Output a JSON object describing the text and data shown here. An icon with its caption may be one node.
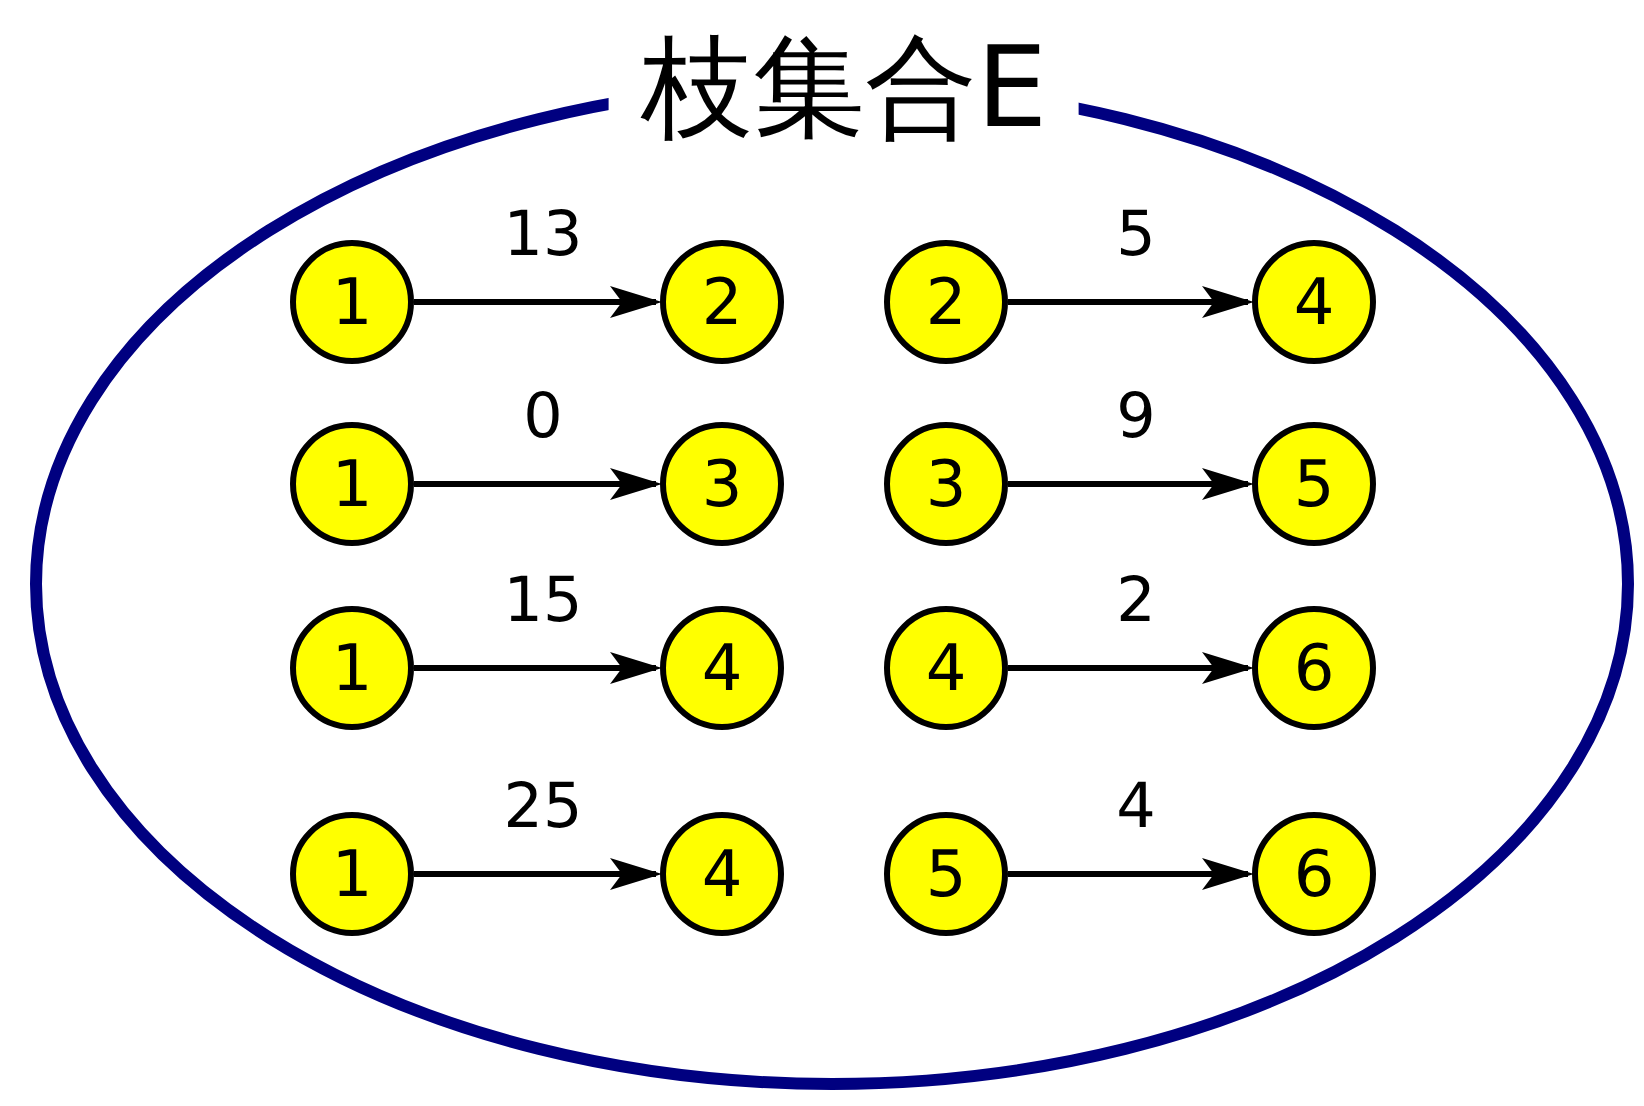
{
  "diagram": {
    "nodes": [
      {
        "text": [
          "枝集合E"
        ]
      },
      {
        "text": [
          "1"
        ],
        "in": 0
      },
      {
        "text": [
          "2"
        ],
        "in": 0
      },
      {
        "text": [
          "2"
        ],
        "in": 0
      },
      {
        "text": [
          "4"
        ],
        "in": 0
      },
      {
        "text": [
          "1"
        ],
        "in": 0
      },
      {
        "text": [
          "3"
        ],
        "in": 0
      },
      {
        "text": [
          "3"
        ],
        "in": 0
      },
      {
        "text": [
          "5"
        ],
        "in": 0
      },
      {
        "text": [
          "1"
        ],
        "in": 0
      },
      {
        "text": [
          "4"
        ],
        "in": 0
      },
      {
        "text": [
          "4"
        ],
        "in": 0
      },
      {
        "text": [
          "6"
        ],
        "in": 0
      },
      {
        "text": [
          "1"
        ],
        "in": 0
      },
      {
        "text": [
          "4"
        ],
        "in": 0
      },
      {
        "text": [
          "5"
        ],
        "in": 0
      },
      {
        "text": [
          "6"
        ],
        "in": 0
      }
    ],
    "edges": [
      {
        "from": 1,
        "to": 2,
        "arrow": "to",
        "label": "13"
      },
      {
        "from": 3,
        "to": 4,
        "arrow": "to",
        "label": "5"
      },
      {
        "from": 5,
        "to": 6,
        "arrow": "to",
        "label": "0"
      },
      {
        "from": 7,
        "to": 8,
        "arrow": "to",
        "label": "9"
      },
      {
        "from": 9,
        "to": 10,
        "arrow": "to",
        "label": "15"
      },
      {
        "from": 11,
        "to": 12,
        "arrow": "to",
        "label": "2"
      },
      {
        "from": 13,
        "to": 14,
        "arrow": "to",
        "label": "25"
      },
      {
        "from": 15,
        "to": 16,
        "arrow": "to",
        "label": "4"
      }
    ]
  }
}
